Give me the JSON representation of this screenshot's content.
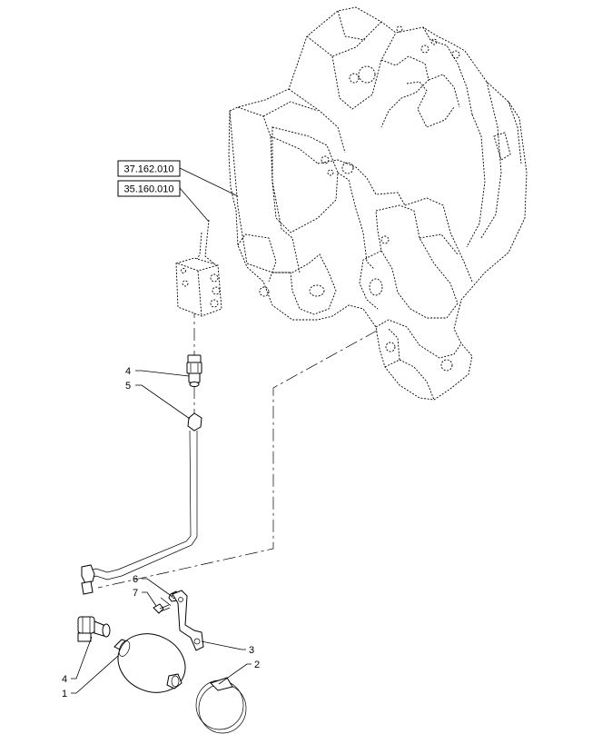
{
  "references": [
    {
      "id": "ref-37",
      "label": "37.162.010"
    },
    {
      "id": "ref-35",
      "label": "35.160.010"
    }
  ],
  "callouts": [
    {
      "id": "c4a",
      "label": "4"
    },
    {
      "id": "c5",
      "label": "5"
    },
    {
      "id": "c6",
      "label": "6"
    },
    {
      "id": "c7",
      "label": "7"
    },
    {
      "id": "c3",
      "label": "3"
    },
    {
      "id": "c2",
      "label": "2"
    },
    {
      "id": "c4b",
      "label": "4"
    },
    {
      "id": "c1",
      "label": "1"
    }
  ]
}
